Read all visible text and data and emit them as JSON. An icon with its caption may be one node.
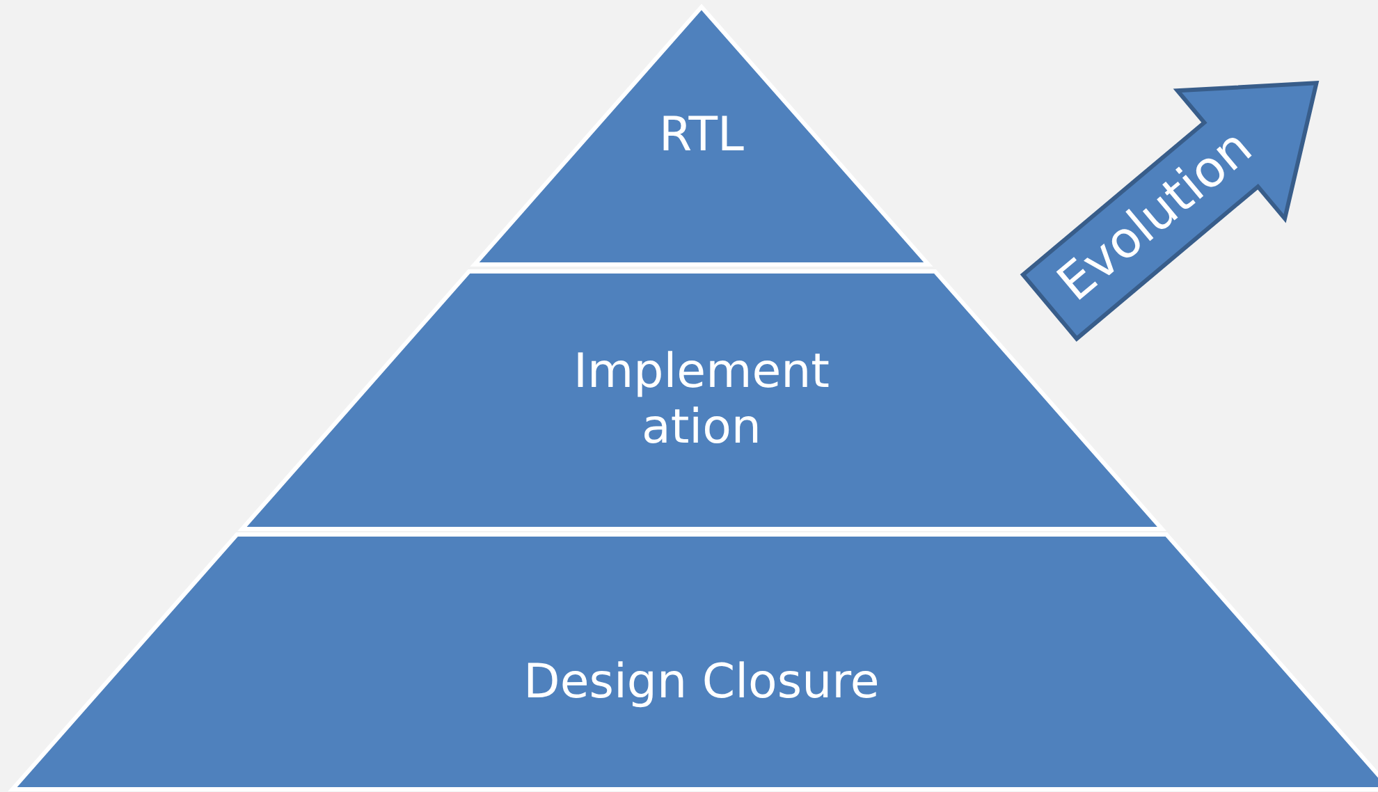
{
  "diagram": {
    "nodes": [
      {
        "text": [
          "RTL"
        ]
      },
      {
        "text": [
          "Implement ation"
        ]
      },
      {
        "text": [
          "Design Closure"
        ]
      },
      {
        "text": [
          "Evolution"
        ]
      }
    ]
  }
}
